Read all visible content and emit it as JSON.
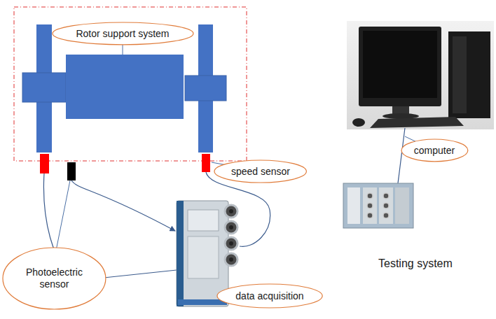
{
  "diagram": {
    "nodes": [
      {
        "text": [
          "Rotor support system"
        ]
      },
      {
        "text": [
          "computer"
        ]
      },
      {
        "text": [
          "speed sensor"
        ]
      },
      {
        "text": [
          "Photoelectric sensor"
        ]
      },
      {
        "text": [
          "data acquisition"
        ]
      }
    ],
    "labels": [
      "Testing system"
    ]
  }
}
